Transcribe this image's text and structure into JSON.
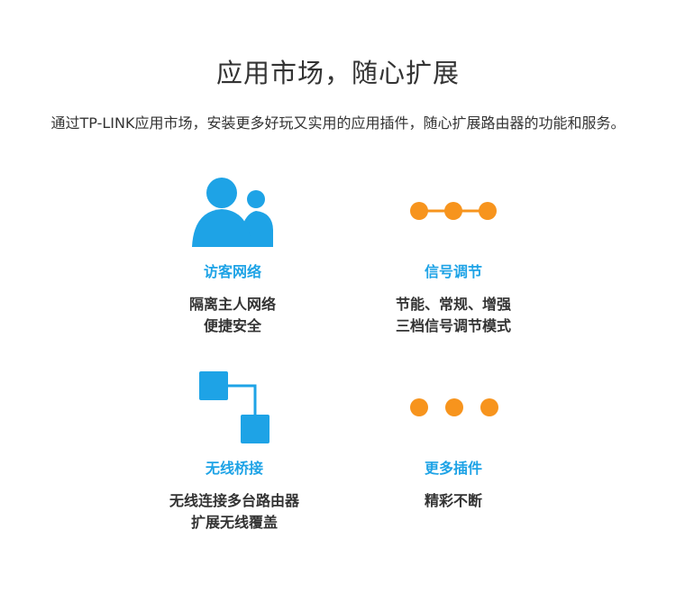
{
  "header": {
    "title": "应用市场，随心扩展",
    "subtitle": "通过TP-LINK应用市场，安装更多好玩又实用的应用插件，随心扩展路由器的功能和服务。"
  },
  "colors": {
    "blue": "#1ea3e6",
    "orange": "#f7941d",
    "text": "#333333"
  },
  "features": [
    {
      "icon": "users-icon",
      "title": "访客网络",
      "desc_lines": [
        "隔离主人网络",
        "便捷安全"
      ]
    },
    {
      "icon": "signal-dots-icon",
      "title": "信号调节",
      "desc_lines": [
        "节能、常规、增强",
        "三档信号调节模式"
      ]
    },
    {
      "icon": "bridge-icon",
      "title": "无线桥接",
      "desc_lines": [
        "无线连接多台路由器",
        "扩展无线覆盖"
      ]
    },
    {
      "icon": "more-dots-icon",
      "title": "更多插件",
      "desc_lines": [
        "精彩不断"
      ]
    }
  ]
}
